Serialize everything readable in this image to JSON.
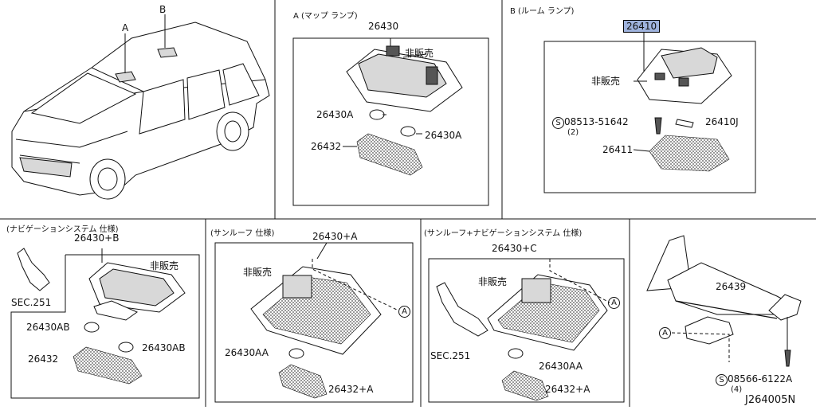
{
  "sections": {
    "a_title": "A (マップ ランプ)",
    "b_title": "B (ルーム ランプ)",
    "nav_title": "(ナビゲーションシステム 仕様)",
    "sunroof_title": "(サンルーフ 仕様)",
    "sunroof_nav_title": "(サンルーフ+ナビゲーションシステム 仕様)"
  },
  "car": {
    "marker_a": "A",
    "marker_b": "B"
  },
  "map_lamp": {
    "part_main": "26430",
    "not_sold": "非販売",
    "bulb_left": "26430A",
    "bulb_right": "26430A",
    "lens": "26432"
  },
  "room_lamp": {
    "part_main": "26410",
    "not_sold": "非販売",
    "screw": "08513-51642",
    "screw_qty": "(2)",
    "bulb": "26410J",
    "lens": "26411"
  },
  "nav_lamp": {
    "sec": "SEC.251",
    "part_main": "26430+B",
    "not_sold": "非販売",
    "bulb_left": "26430AB",
    "bulb_right": "26430AB",
    "lens": "26432"
  },
  "sunroof_lamp": {
    "part_main": "26430+A",
    "not_sold": "非販売",
    "bulb": "26430AA",
    "lens": "26432+A",
    "ref": "A"
  },
  "sunroof_nav_lamp": {
    "part_main": "26430+C",
    "not_sold": "非販売",
    "sec": "SEC.251",
    "bulb": "26430AA",
    "lens": "26432+A",
    "ref": "A"
  },
  "bracket": {
    "part_main": "26439",
    "ref": "A",
    "screw": "08566-6122A",
    "screw_qty": "(4)"
  },
  "diagram_id": "J264005N",
  "screw_symbol": "S"
}
